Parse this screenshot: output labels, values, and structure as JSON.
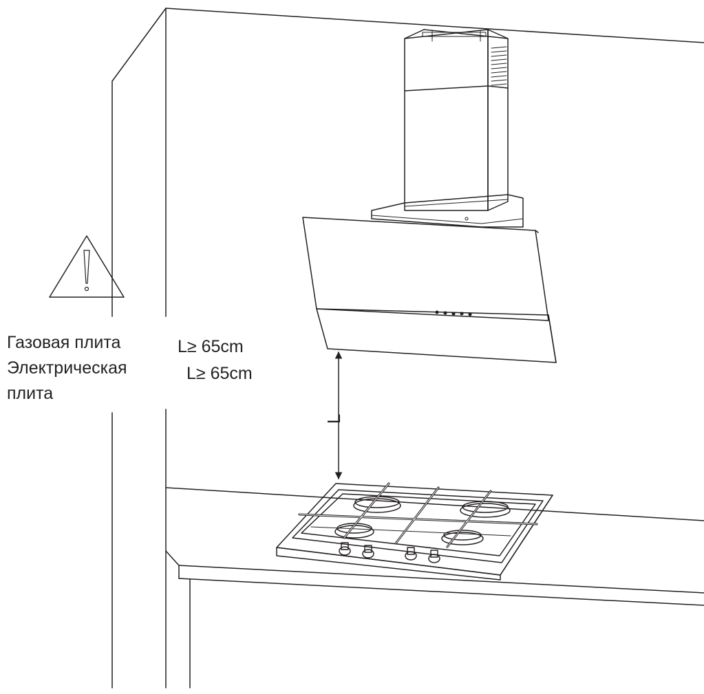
{
  "labels": {
    "gas_stove": "Газовая плита",
    "electric_stove_line1": "Электрическая",
    "electric_stove_line2": "плита",
    "distance_gas": "L≥ 65cm",
    "distance_electric": "L≥ 65cm",
    "dimension_letter": "L"
  },
  "icons": {
    "warning": "warning-triangle-icon"
  },
  "colors": {
    "line": "#231f20",
    "background": "#ffffff"
  }
}
